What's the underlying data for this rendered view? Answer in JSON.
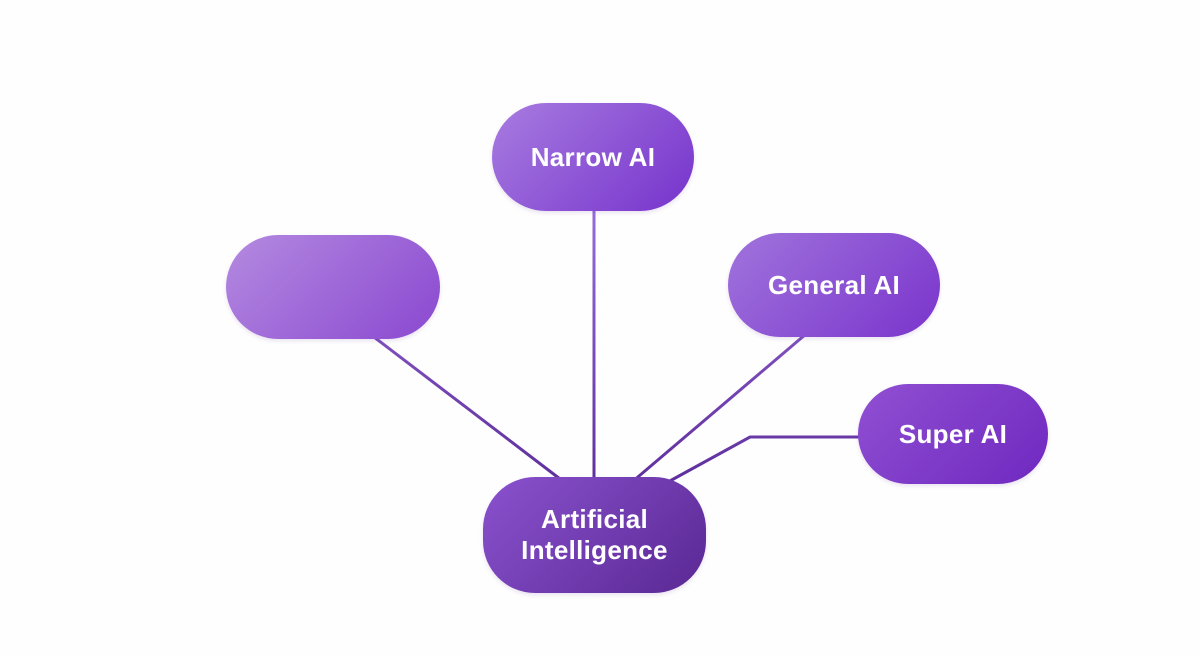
{
  "diagram": {
    "type": "mind-map",
    "background": "#fefefe",
    "text_color": "#ffffff",
    "line_color_top": "#9b6ddb",
    "line_color_bottom": "#5c2d9a",
    "center_node": {
      "id": "artificial-intelligence",
      "label": "Artificial Intelligence",
      "gradient_from": "#8a52ce",
      "gradient_to": "#5a2894"
    },
    "branch_nodes": [
      {
        "id": "narrow-ai",
        "label": "Narrow AI",
        "gradient_from": "#a87ce0",
        "gradient_to": "#7633cc"
      },
      {
        "id": "unlabeled",
        "label": "",
        "gradient_from": "#b48ae0",
        "gradient_to": "#8a48d0"
      },
      {
        "id": "general-ai",
        "label": "General AI",
        "gradient_from": "#a074dc",
        "gradient_to": "#7a34cc"
      },
      {
        "id": "super-ai",
        "label": "Super AI",
        "gradient_from": "#9050d2",
        "gradient_to": "#6f28c0"
      }
    ],
    "edges": [
      {
        "from": "artificial-intelligence",
        "to": "narrow-ai"
      },
      {
        "from": "artificial-intelligence",
        "to": "unlabeled"
      },
      {
        "from": "artificial-intelligence",
        "to": "general-ai"
      },
      {
        "from": "artificial-intelligence",
        "to": "super-ai"
      }
    ]
  }
}
